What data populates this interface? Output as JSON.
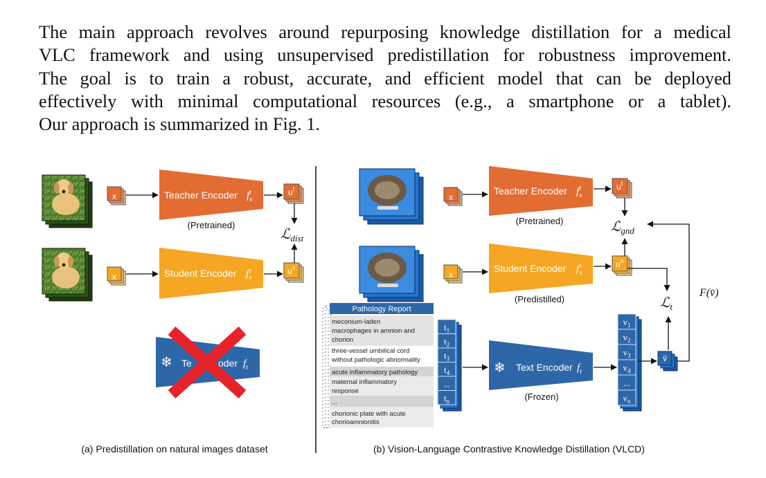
{
  "paragraph": [
    "The main approach revolves around repurposing knowledge distillation for a medical",
    "VLC framework and using unsupervised predistillation for robustness improvement.",
    "The goal is to train a robust, accurate, and efficient model that can be deployed",
    "effectively with minimal computational resources (e.g., a smartphone or a tablet).",
    "Our approach is summarized in Fig. 1."
  ],
  "figure": {
    "left": {
      "caption": "(a) Predistillation on natural images dataset",
      "input_label": "x",
      "teacher_label": "Teacher Encoder",
      "teacher_status": "(Pretrained)",
      "student_label": "Student Encoder",
      "out_teacher": "u",
      "out_student": "u",
      "loss": "dist",
      "text_encoder_partial_a": "Te",
      "text_encoder_partial_b": "oder"
    },
    "right": {
      "caption": "(b) Vision-Language Contrastive Knowledge Distillation (VLCD)",
      "input_label": "x",
      "teacher_label": "Teacher Encoder",
      "teacher_status": "(Pretrained)",
      "student_label": "Student Encoder",
      "student_status": "(Predistilled)",
      "text_encoder_label": "Text Encoder",
      "text_encoder_status": "(Frozen)",
      "loss_gnd": "gnd",
      "loss_t": "t",
      "f_label": "F(v̄)",
      "v_bar": "v̄",
      "report_title": "Pathology Report",
      "report_items": [
        "meconium-laden macrophages in amnion and chorion",
        "three-vessel umbilical cord without pathologic abnormality",
        "acute inflammatory pathology",
        "maternal inflammatory response",
        "...",
        "chorionic plate with acute chorioamnionitis"
      ],
      "t_tokens": [
        "t1",
        "t2",
        "t3",
        "t4",
        "...",
        "tn"
      ],
      "v_tokens": [
        "v1",
        "v2",
        "v3",
        "v4",
        "...",
        "vn"
      ]
    },
    "colors": {
      "teacher": "#E36C33",
      "student": "#F5A623",
      "text_encoder": "#2E67A7",
      "cross": "#E8222B"
    }
  }
}
